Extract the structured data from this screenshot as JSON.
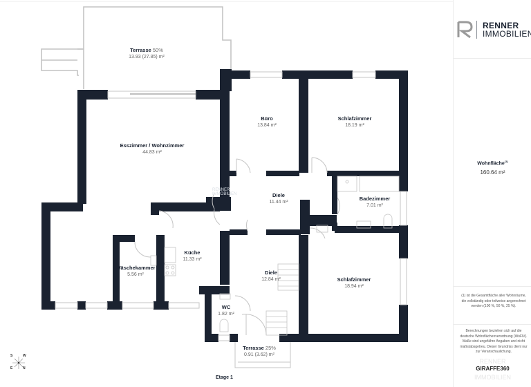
{
  "brand": {
    "name_bold": "RENNER",
    "name_light": "IMMOBILIEN",
    "accent_color": "#1a2230",
    "logo_gray": "#9a9a9a"
  },
  "summary": {
    "title": "Wohnfläche",
    "superscript": "(1)",
    "value": "160.64 m²"
  },
  "notes": {
    "footnote": "(1) ist die Gesamtfläche aller Wohnräume, die vollständig oder teilweise angerechnet werden (100 %, 50 %, 25 %).",
    "disclaimer": "Berechnungen beziehen sich auf die deutsche Wohnflächenverordnung (WoFlV). Maße sind ungefähre Angaben und nicht maßstabsgetreu. Dieser Grundriss dient nur zur Veranschaulichung.",
    "credit": "GIRAFFE360"
  },
  "floor": {
    "label": "Etage 1"
  },
  "compass": {
    "s": "S",
    "w": "W",
    "e": "E",
    "n": "N"
  },
  "rooms": [
    {
      "name": "Terrasse",
      "pct": "50%",
      "area": "13.93 (27.85) m²"
    },
    {
      "name": "Esszimmer / Wohnzimmer",
      "area": "44.83 m²"
    },
    {
      "name": "Büro",
      "area": "13.84 m²"
    },
    {
      "name": "Schlafzimmer",
      "area": "18.19 m²"
    },
    {
      "name": "Diele",
      "area": "11.44 m²"
    },
    {
      "name": "Badezimmer",
      "area": "7.01 m²"
    },
    {
      "name": "Küche",
      "area": "11.33 m²"
    },
    {
      "name": "Wäschekammer",
      "area": "5.56 m²"
    },
    {
      "name": "Diele",
      "area": "12.84 m²"
    },
    {
      "name": "Schlafzimmer",
      "area": "18.94 m²"
    },
    {
      "name": "WC",
      "area": "1.82 m²"
    },
    {
      "name": "Terrasse",
      "pct": "25%",
      "area": "0.91 (3.62) m²"
    }
  ],
  "watermark": {
    "line1": "RENNER",
    "line2": "IMMOBILIEN"
  }
}
